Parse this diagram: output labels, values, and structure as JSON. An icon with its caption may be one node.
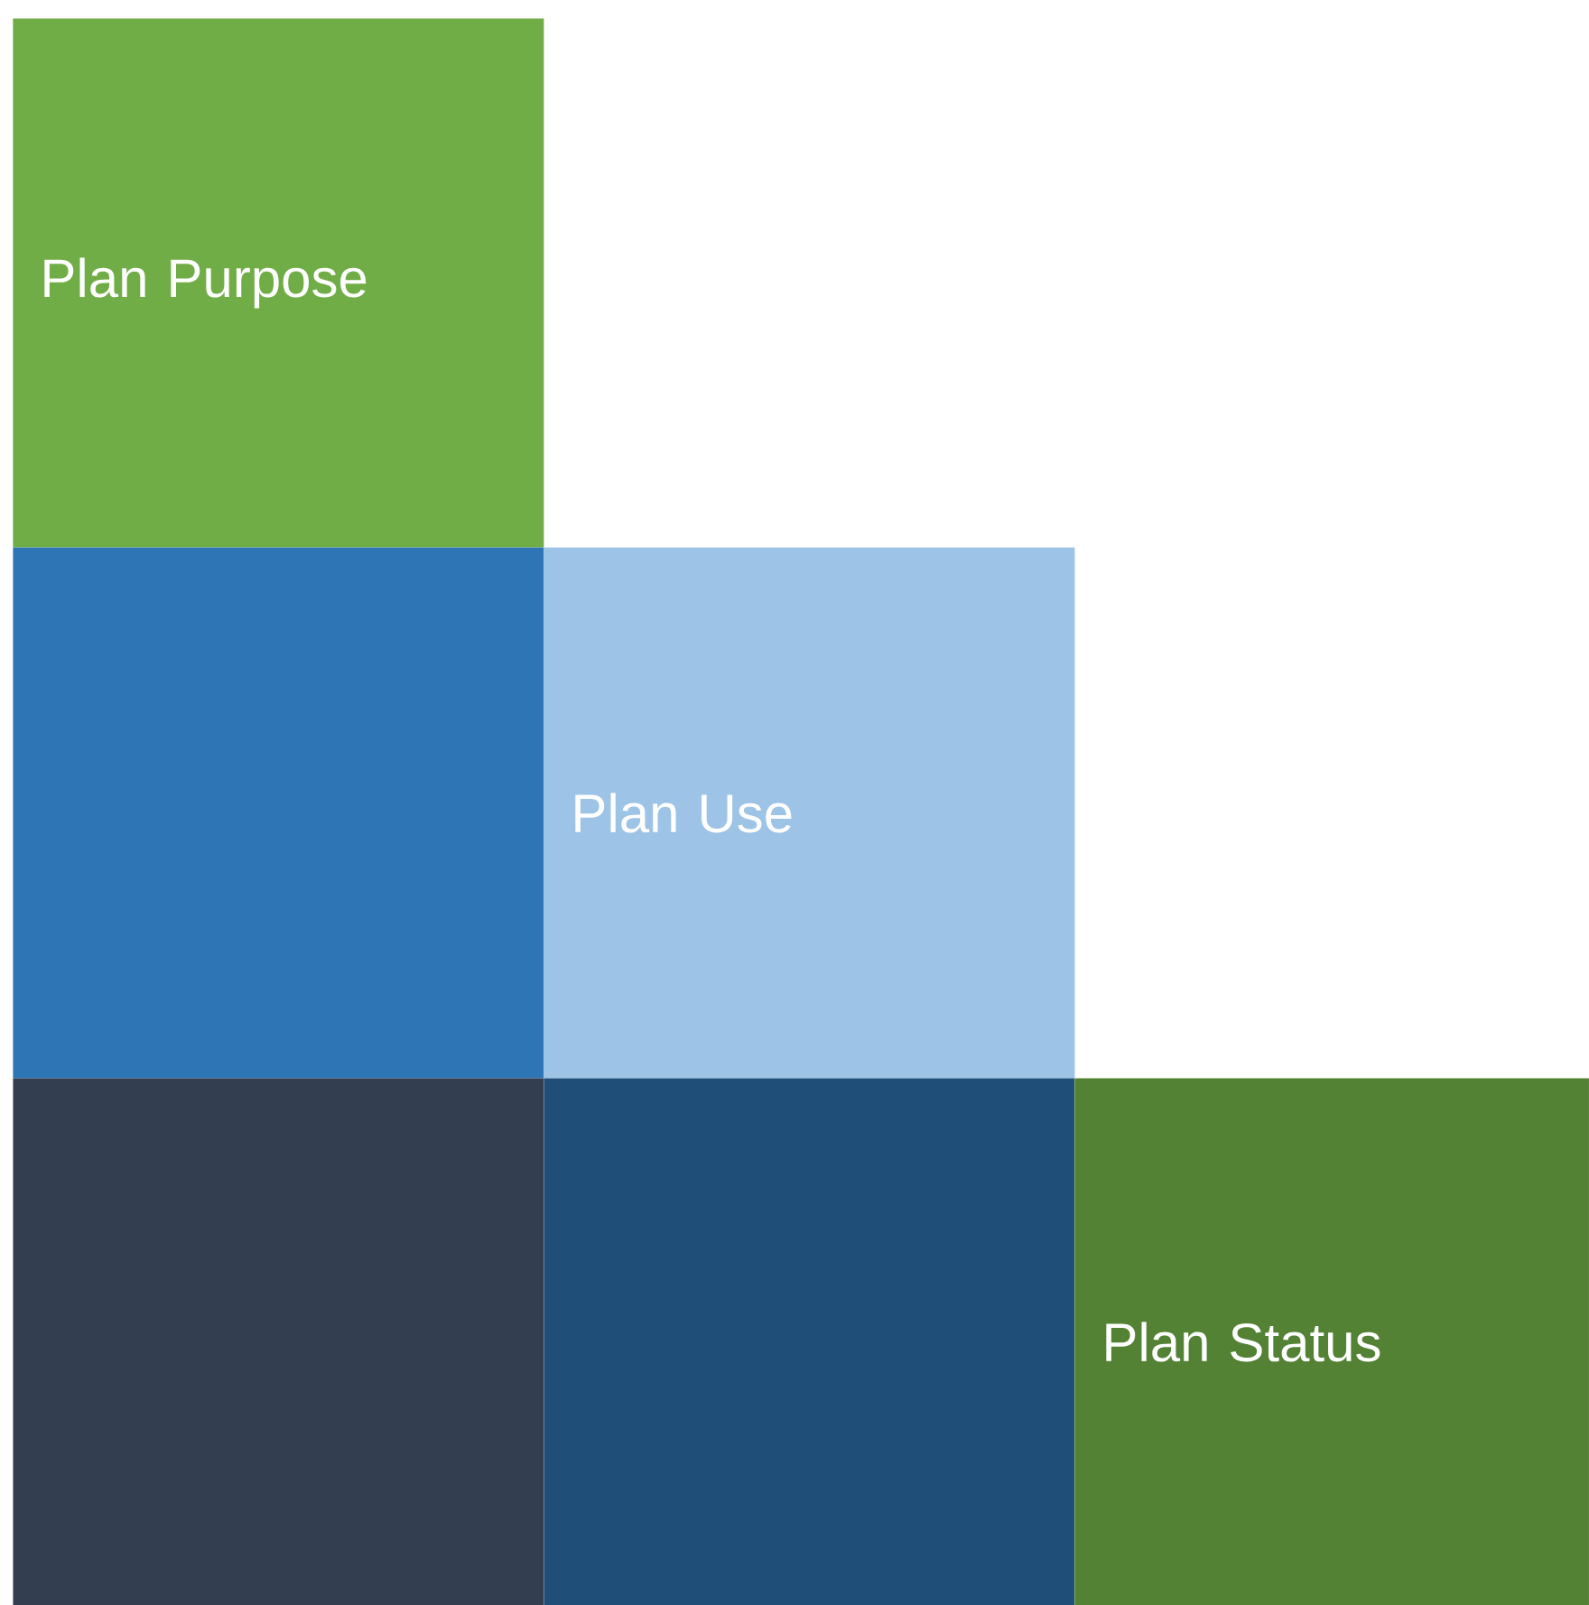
{
  "diagram": {
    "nodes": [
      {
        "text": [
          "Plan Purpose"
        ]
      },
      {
        "text": [],
        "shape": "box"
      },
      {
        "text": [
          "Plan Use"
        ]
      },
      {
        "text": [],
        "shape": "box"
      },
      {
        "text": [],
        "shape": "box"
      },
      {
        "text": [
          "Plan Status"
        ]
      }
    ]
  }
}
